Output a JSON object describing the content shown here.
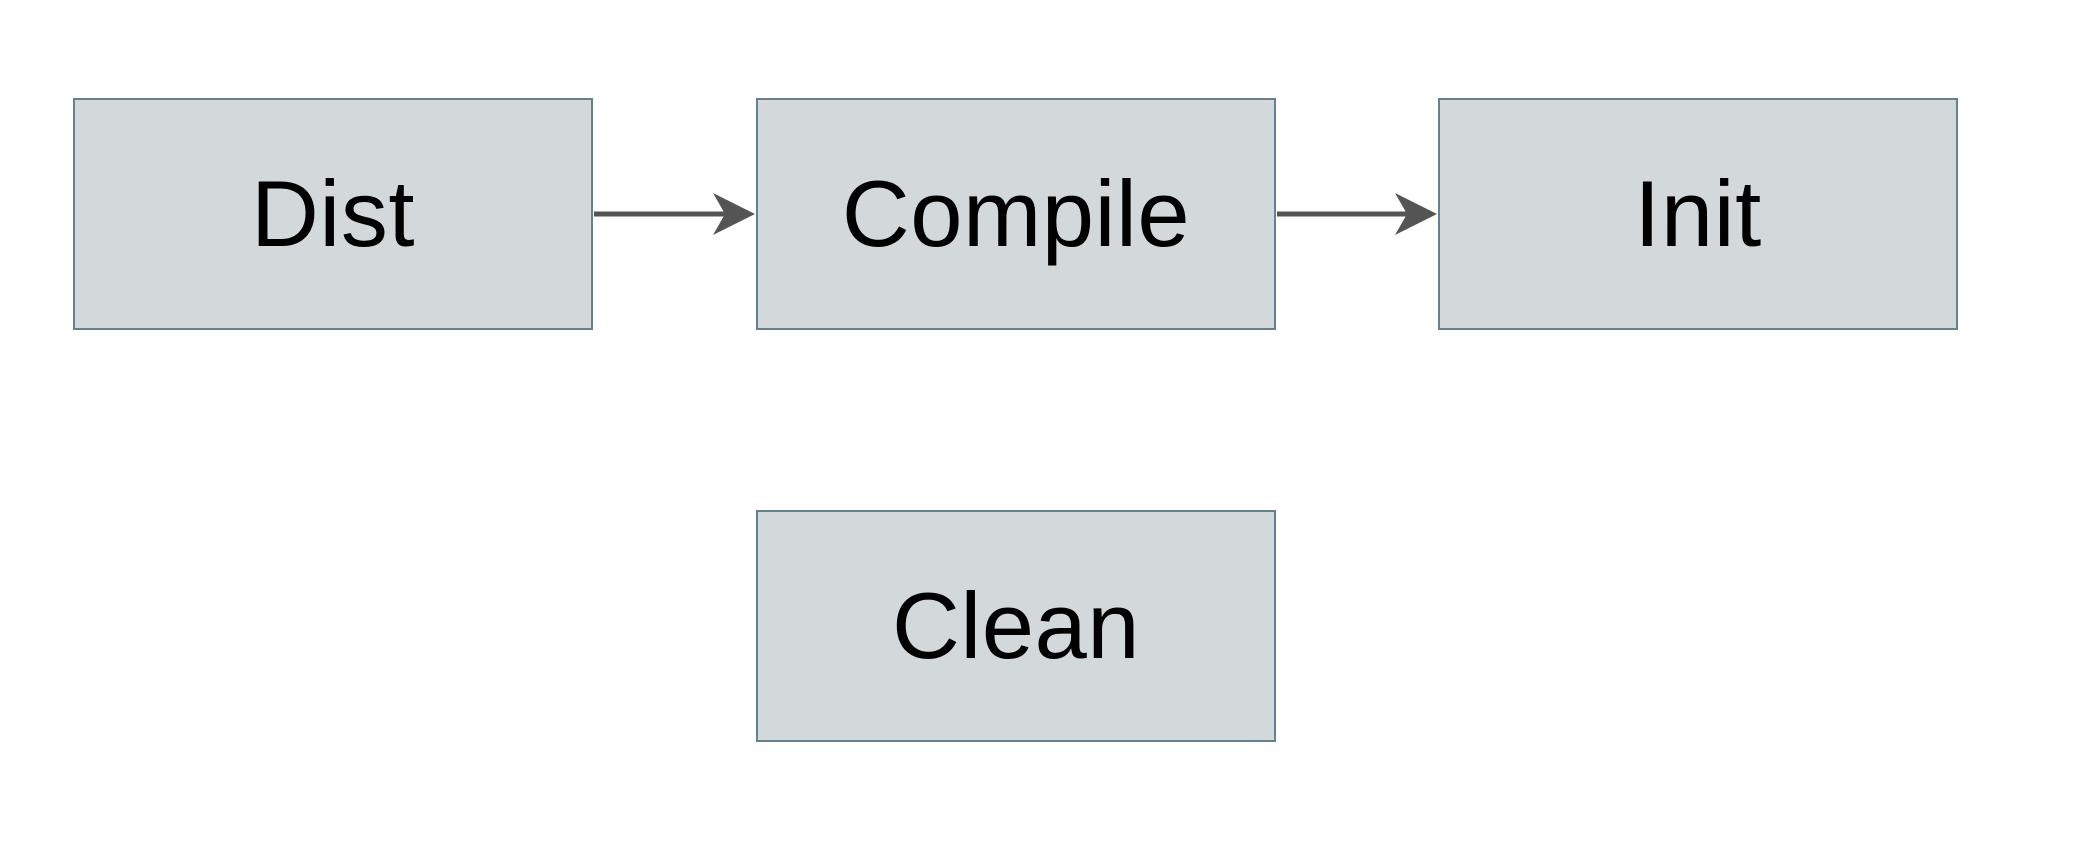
{
  "diagram": {
    "type": "flowchart",
    "nodes": [
      {
        "id": "dist",
        "label": "Dist"
      },
      {
        "id": "compile",
        "label": "Compile"
      },
      {
        "id": "init",
        "label": "Init"
      },
      {
        "id": "clean",
        "label": "Clean"
      }
    ],
    "edges": [
      {
        "from": "dist",
        "to": "compile",
        "direction": "right",
        "arrow_icon": "right-arrow-icon"
      },
      {
        "from": "compile",
        "to": "init",
        "direction": "right",
        "arrow_icon": "right-arrow-icon"
      }
    ],
    "colors": {
      "background": "#ffffff",
      "node_fill": "#d3d9db",
      "node_border": "#65818e",
      "arrow": "#545454",
      "text": "#000000"
    }
  }
}
